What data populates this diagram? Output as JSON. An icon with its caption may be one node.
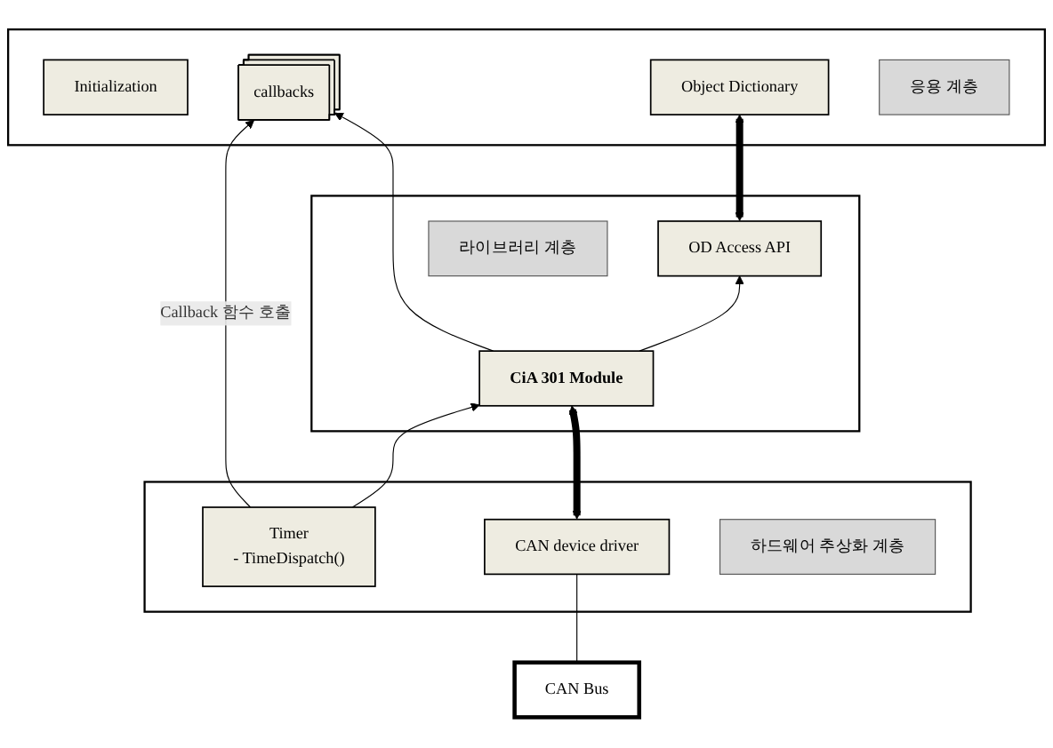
{
  "diagram": {
    "nodes": [
      {
        "text": [],
        "shape": "box"
      },
      {
        "text": [
          "Initialization"
        ],
        "in": 0
      },
      {
        "text": [
          "callbacks"
        ],
        "in": 0
      },
      {
        "text": [
          "Object Dictionary"
        ],
        "in": 0
      },
      {
        "text": [
          "응용 계층"
        ],
        "in": 0
      },
      {
        "text": [],
        "shape": "box"
      },
      {
        "text": [
          "CiA 301 Module"
        ],
        "in": 5
      },
      {
        "text": [
          "OD Access API"
        ],
        "in": 5
      },
      {
        "text": [
          "라이브러리 계층"
        ],
        "in": 5
      },
      {
        "text": [],
        "shape": "box"
      },
      {
        "text": [
          "Timer",
          "- TimeDispatch()"
        ],
        "in": 9
      },
      {
        "text": [
          "CAN device driver"
        ],
        "in": 9
      },
      {
        "text": [
          "하드웨어 추상화 계층"
        ],
        "in": 9
      },
      {
        "text": [
          "CAN Bus"
        ]
      }
    ],
    "edges": [
      {
        "from": 10,
        "to": 2,
        "arrow": "to",
        "label": "Callback 함수 호출"
      },
      {
        "from": 10,
        "to": 6,
        "arrow": "to"
      },
      {
        "from": 6,
        "to": 2,
        "arrow": "to"
      },
      {
        "from": 6,
        "to": 7,
        "arrow": "to"
      },
      {
        "from": 7,
        "to": 3,
        "arrow": "both",
        "style": "thick"
      },
      {
        "from": 6,
        "to": 11,
        "arrow": "both",
        "style": "thick"
      },
      {
        "from": 11,
        "to": 13,
        "arrow": "none"
      }
    ]
  }
}
